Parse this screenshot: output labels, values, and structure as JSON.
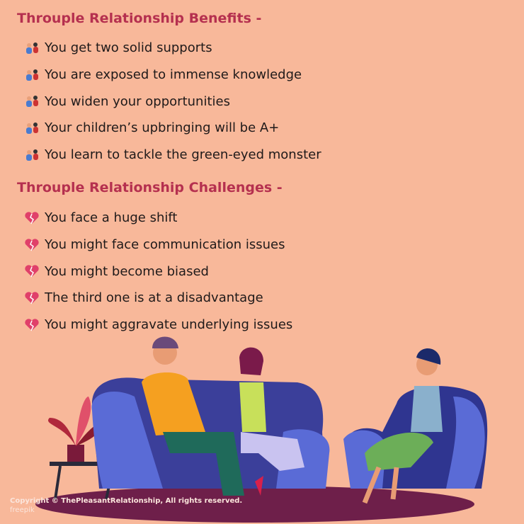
{
  "benefits": {
    "title": "Throuple Relationship Benefits -",
    "icon": "people-icon",
    "items": [
      "You get two solid supports",
      "You are exposed to immense knowledge",
      "You widen your opportunities",
      "Your children’s upbringing will be A+",
      "You learn to tackle the green-eyed monster"
    ]
  },
  "challenges": {
    "title": "Throuple Relationship Challenges -",
    "icon": "broken-heart-icon",
    "items": [
      "You face a huge shift",
      "You might face communication issues",
      "You might become biased",
      "The third one is at a disadvantage",
      "You might aggravate underlying issues"
    ]
  },
  "footer": {
    "copyright": "Copyright © ThePleasantRelationship, All rights reserved.",
    "credit": "freepik"
  },
  "colors": {
    "background": "#f8b89a",
    "heading": "#b5304f",
    "rug": "#6e1f4a"
  }
}
